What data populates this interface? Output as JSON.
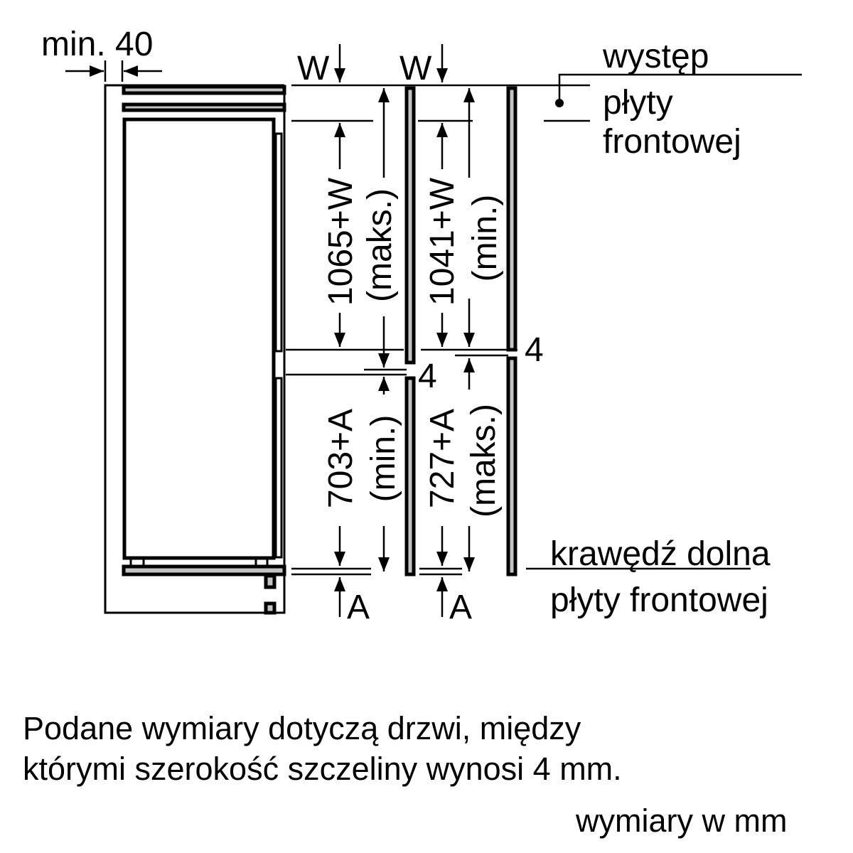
{
  "labels": {
    "min_gap": "min. 40",
    "w1": "W",
    "w2": "W",
    "overhang_1": "występ",
    "overhang_2": "płyty",
    "overhang_3": "frontowej",
    "dim_upper_max": "1065+W",
    "dim_upper_max_note": "(maks.)",
    "dim_upper_min": "1041+W",
    "dim_upper_min_note": "(min.)",
    "dim_lower_min": "703+A",
    "dim_lower_min_note": "(min.)",
    "dim_lower_max": "727+A",
    "dim_lower_max_note": "(maks.)",
    "gap1": "4",
    "gap2": "4",
    "bottom_edge_1": "krawędź dolna",
    "bottom_edge_2": "płyty frontowej",
    "a1": "A",
    "a2": "A"
  },
  "notes": {
    "line1": "Podane wymiary dotyczą drzwi, między",
    "line2": "którymi szerokość szczeliny wynosi 4 mm.",
    "units": "wymiary w mm"
  }
}
